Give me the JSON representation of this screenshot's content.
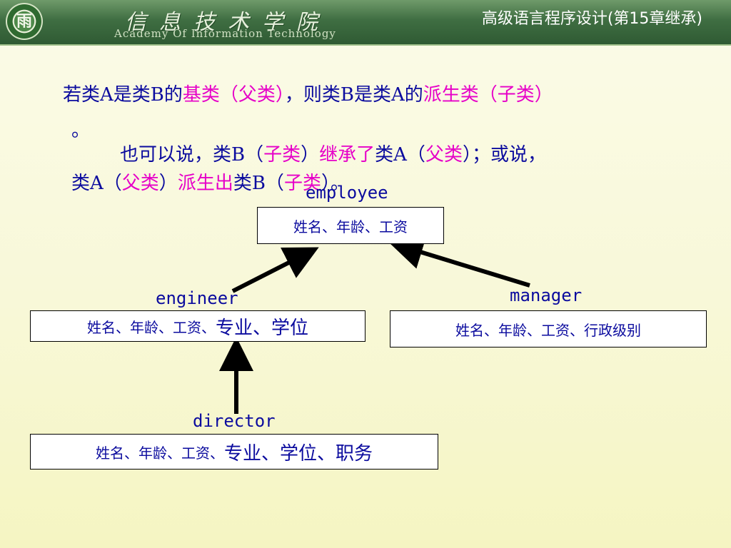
{
  "header": {
    "school_cn": "信息技术学院",
    "school_en": "Academy Of Information Technology",
    "logo_char": "雨",
    "course_title": "高级语言程序设计(第15章继承)"
  },
  "intro": {
    "line1": [
      {
        "t": "若类A是类B的",
        "c": "blue"
      },
      {
        "t": "基类（父类）",
        "c": "magenta"
      },
      {
        "t": "，则类B是类A的",
        "c": "blue"
      },
      {
        "t": "派生类（子类）",
        "c": "magenta"
      }
    ],
    "line2": "。",
    "line3": [
      {
        "t": "也可以说，类B（",
        "c": "blue"
      },
      {
        "t": "子类",
        "c": "magenta"
      },
      {
        "t": "）",
        "c": "blue"
      },
      {
        "t": "继承了",
        "c": "magenta"
      },
      {
        "t": "类A（",
        "c": "blue"
      },
      {
        "t": "父类",
        "c": "magenta"
      },
      {
        "t": "）；或说，",
        "c": "blue"
      }
    ],
    "line4": [
      {
        "t": "类A（",
        "c": "blue"
      },
      {
        "t": "父类",
        "c": "magenta"
      },
      {
        "t": "）",
        "c": "blue"
      },
      {
        "t": "派生出",
        "c": "magenta"
      },
      {
        "t": "类B（",
        "c": "blue"
      },
      {
        "t": "子类",
        "c": "magenta"
      },
      {
        "t": "）。",
        "c": "blue"
      }
    ]
  },
  "classes": {
    "employee": {
      "name": "employee",
      "fields": "姓名、年龄、工资"
    },
    "engineer": {
      "name": "engineer",
      "fields_a": "姓名、年龄、工资、",
      "fields_b": "专业、学位"
    },
    "manager": {
      "name": "manager",
      "fields": "姓名、年龄、工资、行政级别"
    },
    "director": {
      "name": "director",
      "fields_a": "姓名、年龄、工资、",
      "fields_b": "专业、学位、职务"
    }
  },
  "colors": {
    "text_blue": "#0b0b9e",
    "highlight_magenta": "#e600c8",
    "header_green": "#3f6e42",
    "background": "#f8f8d8"
  }
}
